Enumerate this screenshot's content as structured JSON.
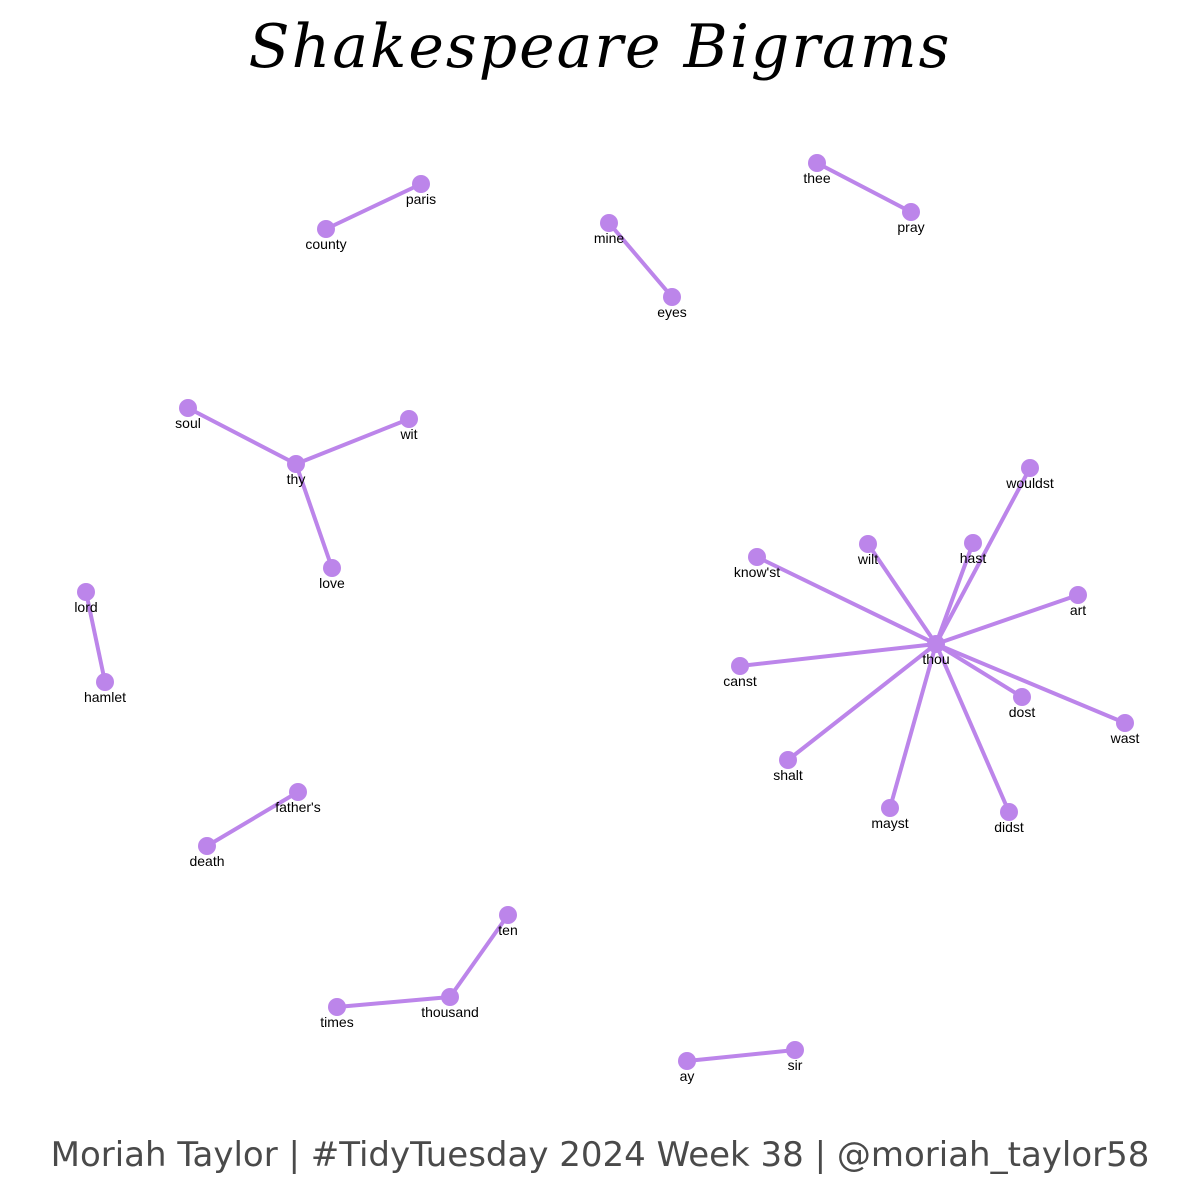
{
  "title": "Shakespeare Bigrams",
  "caption": "Moriah Taylor | #TidyTuesday 2024 Week 38 | @moriah_taylor58",
  "colors": {
    "node": "#BC85EA",
    "edge": "#BC85EA",
    "label": "#000000",
    "caption": "#4a4a4a",
    "background": "#ffffff"
  },
  "graph": {
    "nodes": [
      {
        "id": "paris",
        "label": "paris"
      },
      {
        "id": "county",
        "label": "county"
      },
      {
        "id": "mine",
        "label": "mine"
      },
      {
        "id": "eyes",
        "label": "eyes"
      },
      {
        "id": "thee",
        "label": "thee"
      },
      {
        "id": "pray",
        "label": "pray"
      },
      {
        "id": "soul",
        "label": "soul"
      },
      {
        "id": "wit",
        "label": "wit"
      },
      {
        "id": "thy",
        "label": "thy"
      },
      {
        "id": "love",
        "label": "love"
      },
      {
        "id": "lord",
        "label": "lord"
      },
      {
        "id": "hamlet",
        "label": "hamlet"
      },
      {
        "id": "fathers",
        "label": "father's"
      },
      {
        "id": "death",
        "label": "death"
      },
      {
        "id": "ten",
        "label": "ten"
      },
      {
        "id": "times",
        "label": "times"
      },
      {
        "id": "thousand",
        "label": "thousand"
      },
      {
        "id": "ay",
        "label": "ay"
      },
      {
        "id": "sir",
        "label": "sir"
      },
      {
        "id": "thou",
        "label": "thou"
      },
      {
        "id": "wouldst",
        "label": "wouldst"
      },
      {
        "id": "knowst",
        "label": "know'st"
      },
      {
        "id": "wilt",
        "label": "wilt"
      },
      {
        "id": "hast",
        "label": "hast"
      },
      {
        "id": "art",
        "label": "art"
      },
      {
        "id": "canst",
        "label": "canst"
      },
      {
        "id": "dost",
        "label": "dost"
      },
      {
        "id": "wast",
        "label": "wast"
      },
      {
        "id": "shalt",
        "label": "shalt"
      },
      {
        "id": "mayst",
        "label": "mayst"
      },
      {
        "id": "didst",
        "label": "didst"
      }
    ],
    "edges": [
      [
        "county",
        "paris"
      ],
      [
        "mine",
        "eyes"
      ],
      [
        "thee",
        "pray"
      ],
      [
        "thy",
        "soul"
      ],
      [
        "thy",
        "wit"
      ],
      [
        "thy",
        "love"
      ],
      [
        "lord",
        "hamlet"
      ],
      [
        "fathers",
        "death"
      ],
      [
        "ten",
        "thousand"
      ],
      [
        "thousand",
        "times"
      ],
      [
        "ay",
        "sir"
      ],
      [
        "thou",
        "wouldst"
      ],
      [
        "thou",
        "knowst"
      ],
      [
        "thou",
        "wilt"
      ],
      [
        "thou",
        "hast"
      ],
      [
        "thou",
        "art"
      ],
      [
        "thou",
        "canst"
      ],
      [
        "thou",
        "dost"
      ],
      [
        "thou",
        "wast"
      ],
      [
        "thou",
        "shalt"
      ],
      [
        "thou",
        "mayst"
      ],
      [
        "thou",
        "didst"
      ]
    ]
  }
}
